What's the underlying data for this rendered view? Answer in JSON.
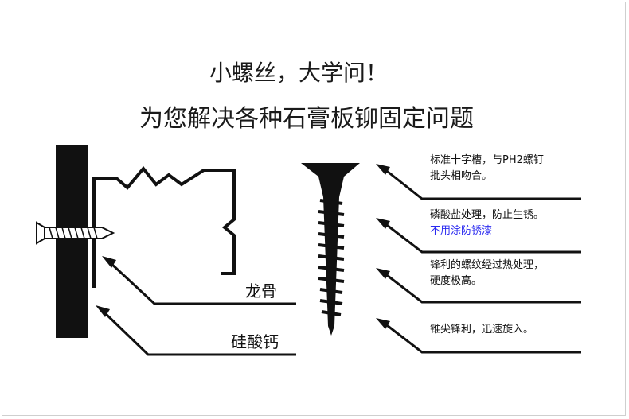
{
  "headline": {
    "line1": "小螺丝，大学问！",
    "line2": "为您解决各种石膏板铆固定问题"
  },
  "labels": {
    "keel": "龙骨",
    "calcium_silicate": "硅酸钙"
  },
  "notes": [
    {
      "line1": "标准十字槽，与PH2螺钉",
      "line2": "批头相吻合。"
    },
    {
      "line1": "磷酸盐处理，防止生锈。",
      "line2": "不用涂防锈漆"
    },
    {
      "line1": "锋利的螺纹经过热处理，",
      "line2": "硬度极高。"
    },
    {
      "line1": "锥尖锋利，迅速旋入。",
      "line2": ""
    }
  ],
  "colors": {
    "ink": "#111111",
    "highlight": "#2a2af0",
    "border": "#cfcfcf"
  }
}
